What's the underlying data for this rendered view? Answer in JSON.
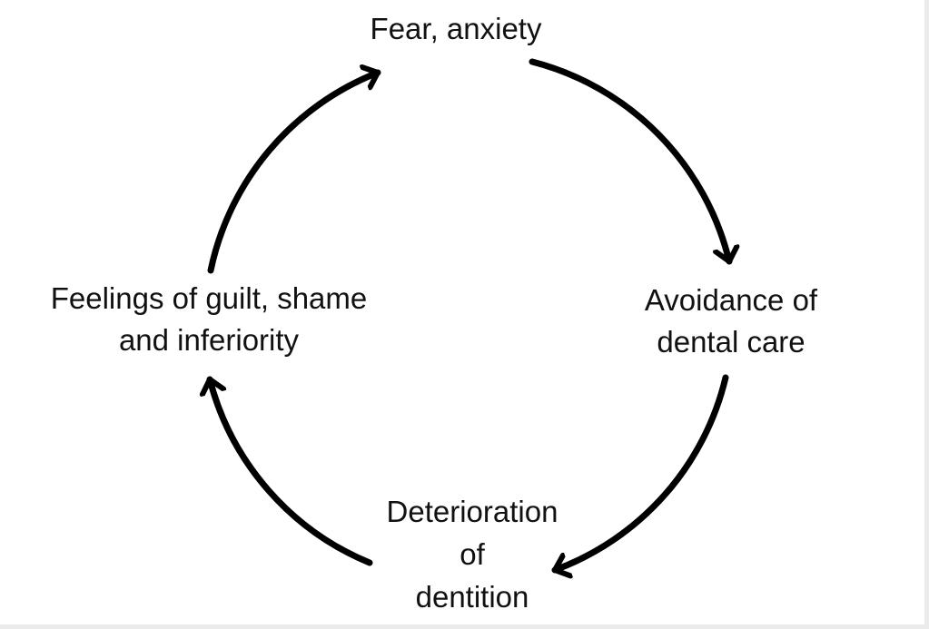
{
  "diagram": {
    "type": "cycle",
    "direction": "clockwise",
    "arrow_color": "#000000",
    "text_color": "#111111",
    "background": "#ffffff",
    "nodes": [
      {
        "id": "top",
        "lines": [
          "Fear, anxiety"
        ]
      },
      {
        "id": "right",
        "lines": [
          "Avoidance of",
          "dental care"
        ]
      },
      {
        "id": "bottom",
        "lines": [
          "Deterioration",
          "of",
          "dentition"
        ]
      },
      {
        "id": "left",
        "lines": [
          "Feelings of guilt, shame",
          "and inferiority"
        ]
      }
    ],
    "edges": [
      {
        "from": "top",
        "to": "right"
      },
      {
        "from": "right",
        "to": "bottom"
      },
      {
        "from": "bottom",
        "to": "left"
      },
      {
        "from": "left",
        "to": "top"
      }
    ]
  }
}
